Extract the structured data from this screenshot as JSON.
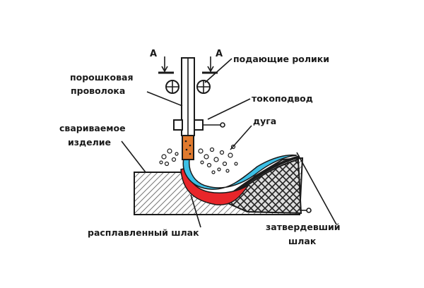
{
  "labels": {
    "section_mark": "А",
    "feed_rollers": "подающие ролики",
    "flux_cored_wire_line1": "порошковая",
    "flux_cored_wire_line2": "проволока",
    "current_lead": "токоподвод",
    "arc": "дуга",
    "workpiece_line1": "свариваемое",
    "workpiece_line2": "изделие",
    "molten_slag": "расплавленный шлак",
    "solidified_slag_line1": "затвердевший",
    "solidified_slag_line2": "шлак"
  },
  "colors": {
    "outline": "#1a1a1a",
    "base_metal_hatch": "#555555",
    "weld_pool": "#e8262a",
    "molten_slag_fill": "#3cc0e6",
    "wire_core": "#e07a2e",
    "solidified_slag": "#333333"
  },
  "icons": [
    "feed-roller-icon",
    "down-arrow-icon",
    "spatter-particles-icon"
  ]
}
